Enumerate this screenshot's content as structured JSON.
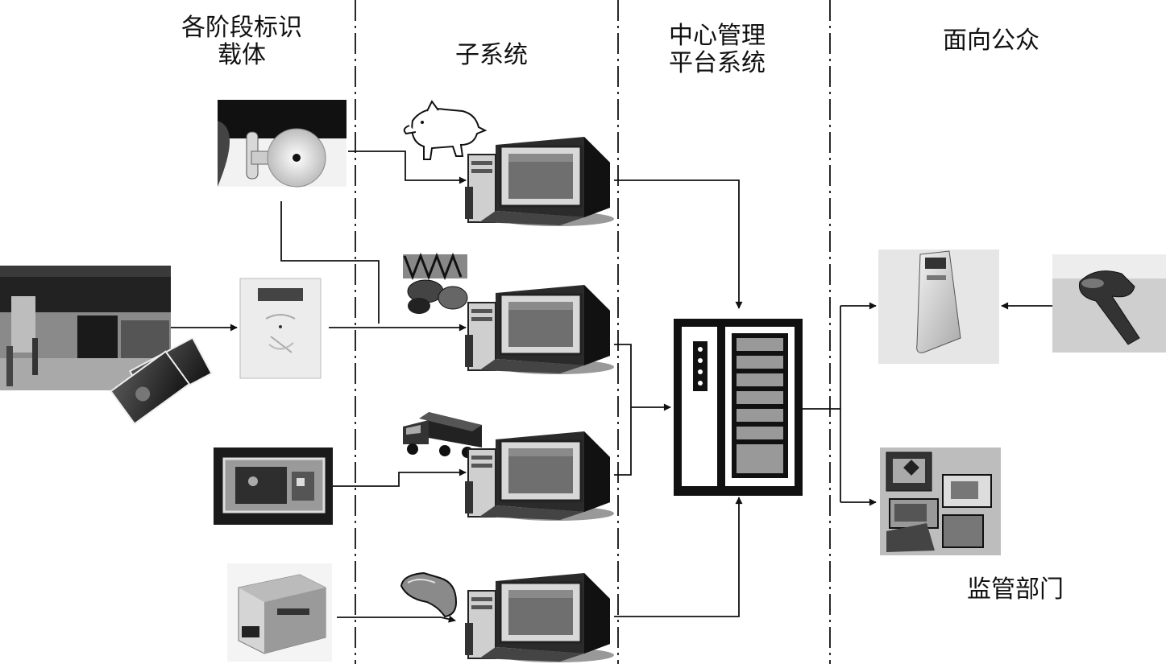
{
  "columns": {
    "carriers": {
      "line1": "各阶段标识",
      "line2": "载体"
    },
    "subsystems": {
      "label": "子系统"
    },
    "center": {
      "line1": "中心管理",
      "line2": "平台系统"
    },
    "public": {
      "label": "面向公众"
    }
  },
  "supervision": {
    "label": "监管部门"
  },
  "icons": {
    "carriers": [
      "ear-tag-icon",
      "card-reader-icon",
      "slaughterhouse-photo-icon",
      "rfid-cards-icon",
      "label-device-icon",
      "label-printer-icon"
    ],
    "subsystems": [
      "pig-icon",
      "meat-cuts-icon",
      "truck-icon",
      "meat-slice-icon",
      "computer-icon"
    ],
    "center": [
      "server-rack-icon"
    ],
    "outputs": [
      "query-kiosk-icon",
      "barcode-scanner-icon",
      "regulator-computers-icon"
    ]
  }
}
